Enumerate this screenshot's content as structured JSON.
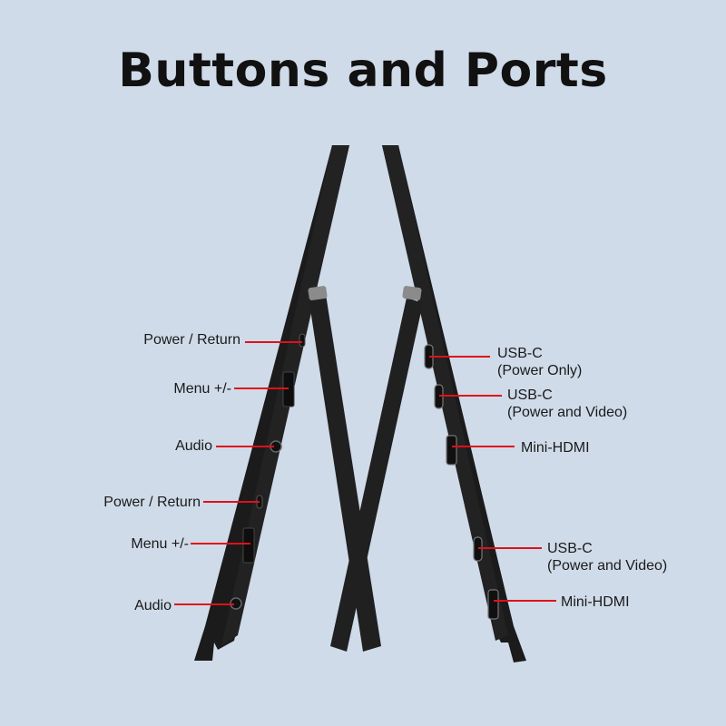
{
  "title": "Buttons and Ports",
  "colors": {
    "background": "#cfdbe9",
    "monitor": "#1c1c1c",
    "callout_line": "#e0101a"
  },
  "left_side_labels": [
    {
      "text": "Power / Return"
    },
    {
      "text": "Menu +/-"
    },
    {
      "text": "Audio"
    },
    {
      "text": "Power / Return"
    },
    {
      "text": "Menu +/-"
    },
    {
      "text": "Audio"
    }
  ],
  "right_side_labels": [
    {
      "line1": "USB-C",
      "line2": "(Power Only)"
    },
    {
      "line1": "USB-C",
      "line2": "(Power and Video)"
    },
    {
      "line1": "Mini-HDMI",
      "line2": ""
    },
    {
      "line1": "USB-C",
      "line2": "(Power and Video)"
    },
    {
      "line1": "Mini-HDMI",
      "line2": ""
    }
  ]
}
